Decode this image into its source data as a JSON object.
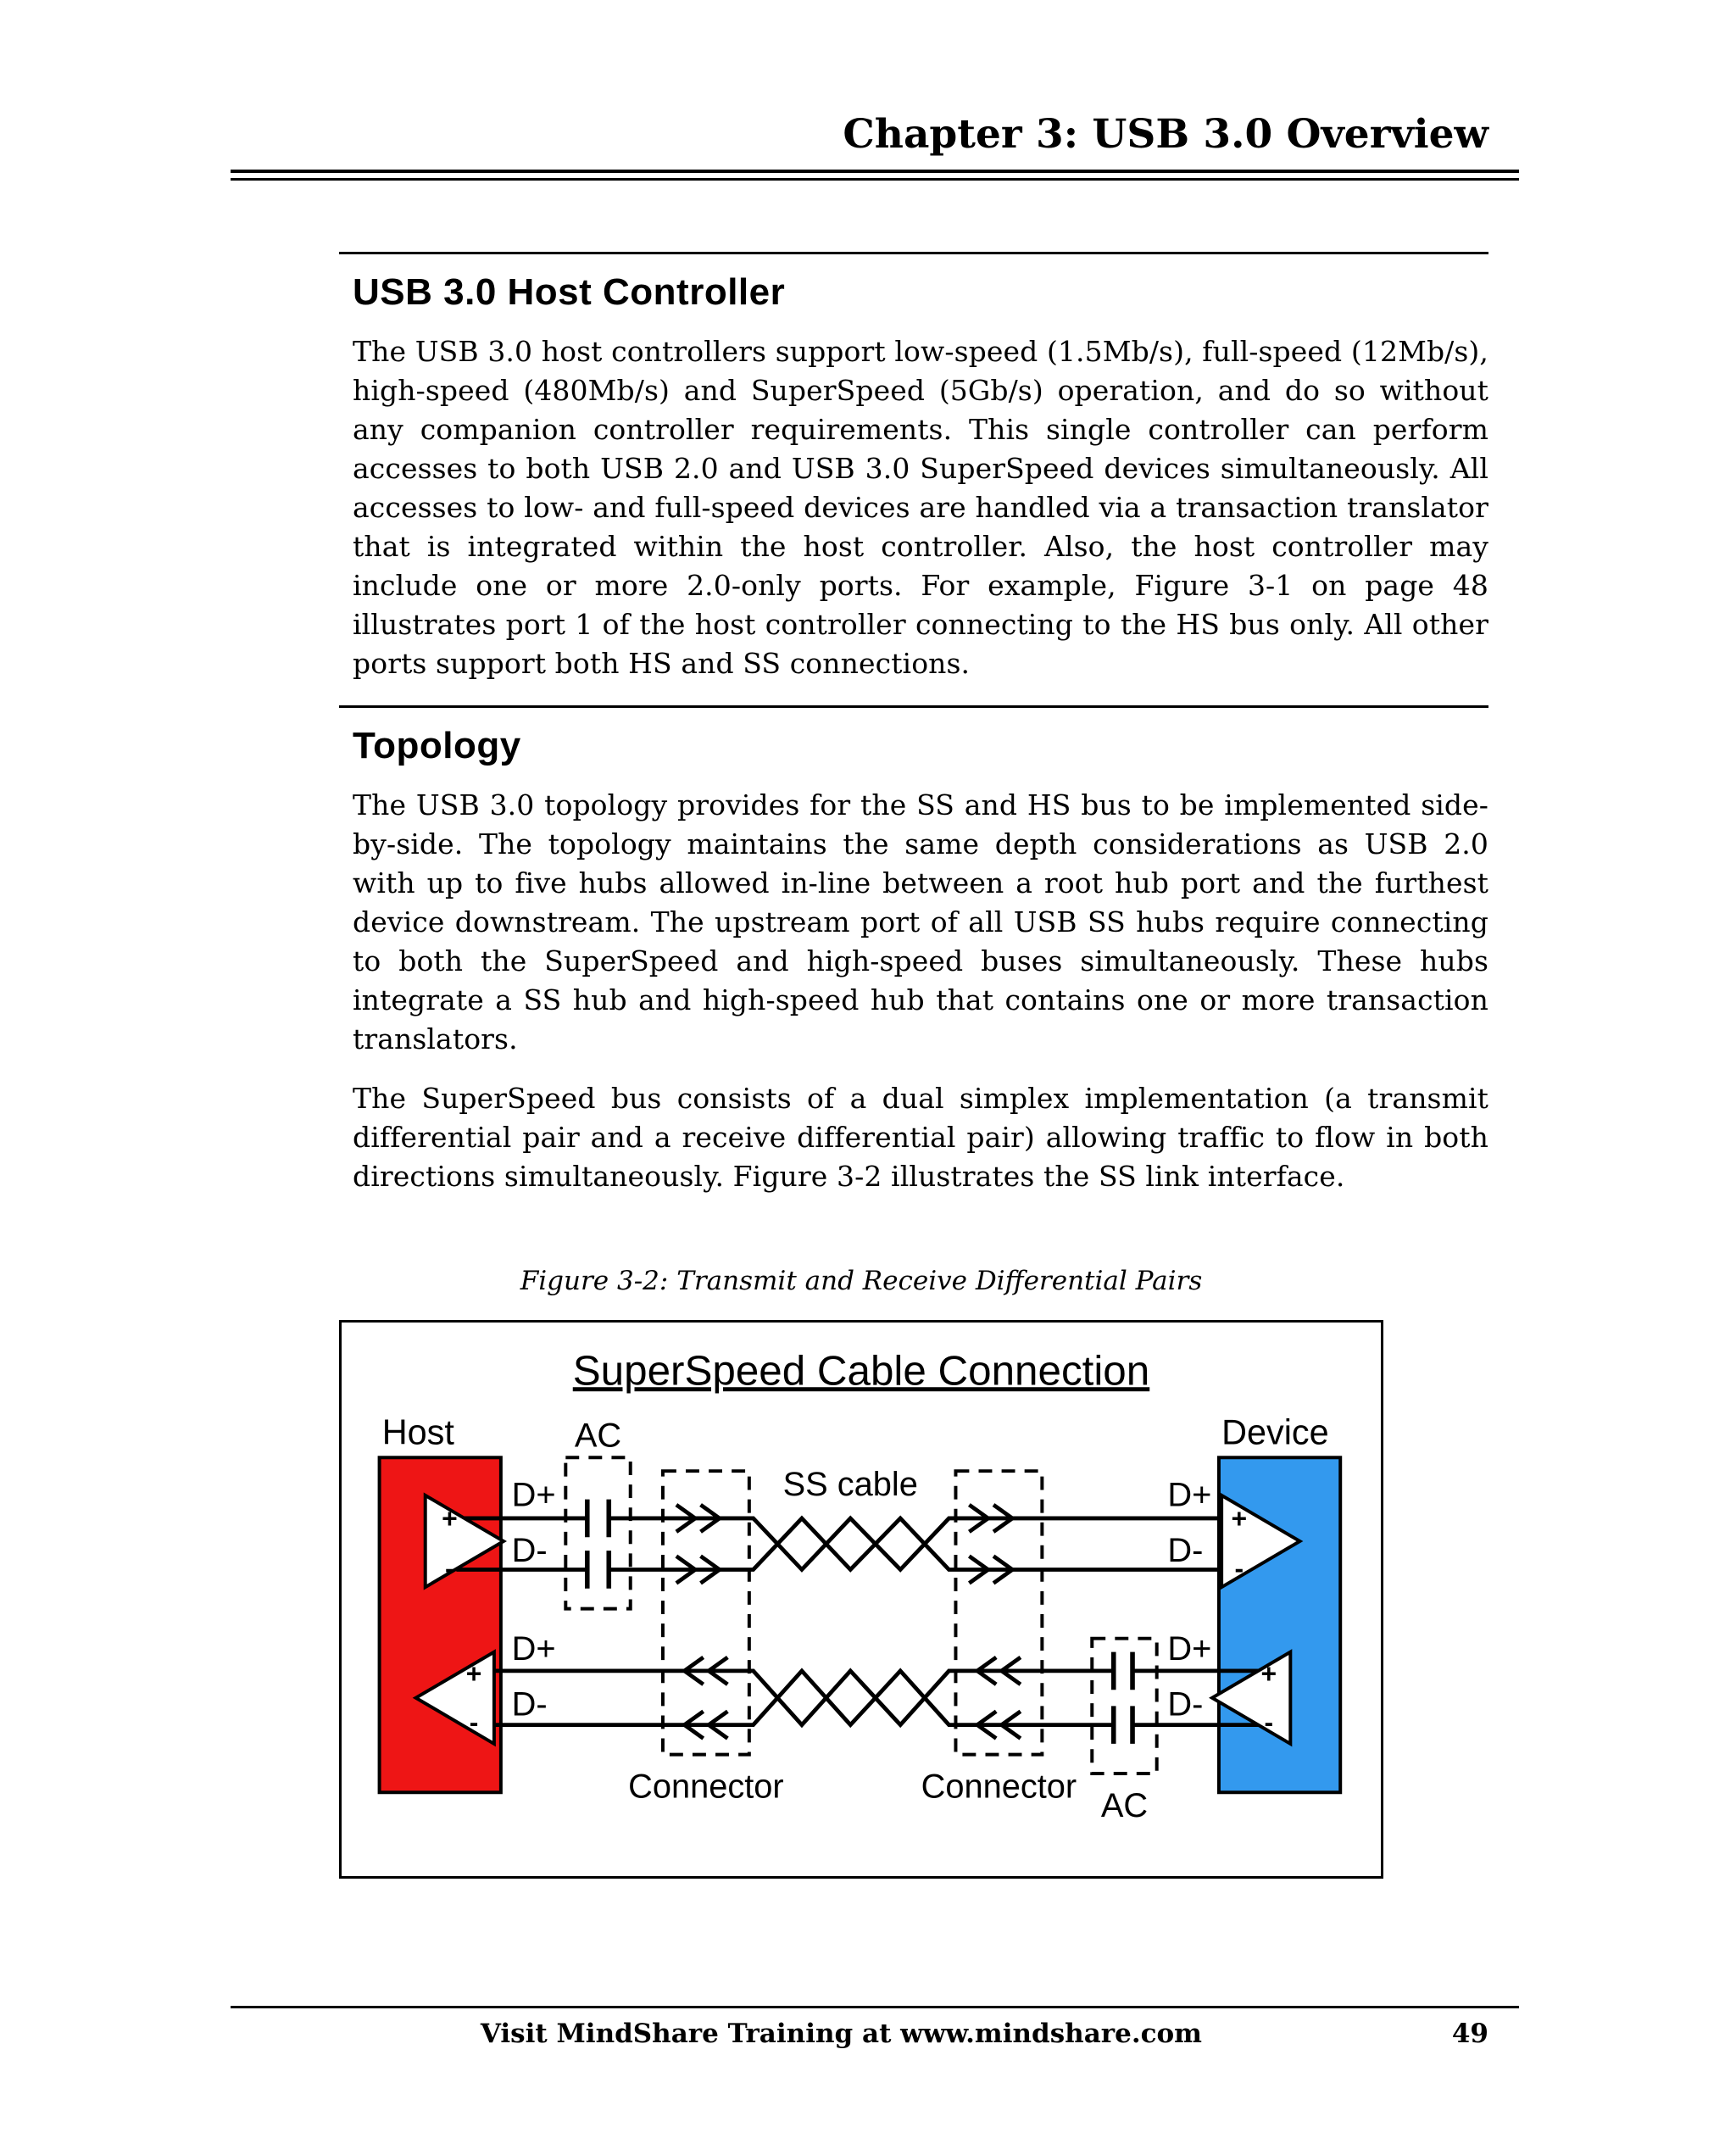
{
  "header": {
    "title": "Chapter 3: USB 3.0 Overview"
  },
  "sections": [
    {
      "heading": "USB 3.0 Host Controller",
      "paragraphs": [
        "The USB 3.0 host controllers support low-speed (1.5Mb/s), full-speed (12Mb/s), high-speed (480Mb/s) and SuperSpeed (5Gb/s) operation, and do so without any companion controller requirements. This single controller can perform accesses to both USB 2.0 and USB 3.0 SuperSpeed devices simultaneously. All accesses to low- and full-speed devices are handled via a transaction translator that is integrated within the host controller. Also, the host controller may include one or more 2.0-only ports. For example, Figure 3-1 on page 48 illustrates port 1 of the host controller connecting to the HS bus only. All other ports support both HS and SS connections."
      ]
    },
    {
      "heading": "Topology",
      "paragraphs": [
        "The USB 3.0 topology provides for the SS and HS bus to be implemented side-by-side. The topology maintains the same depth considerations as USB 2.0 with up to five hubs allowed in-line between a root hub port and the furthest device downstream. The upstream port of all USB SS hubs require connecting to both the SuperSpeed and high-speed buses simultaneously. These hubs integrate a SS hub and high-speed hub that contains one or more transaction translators.",
        "The SuperSpeed bus consists of a dual simplex implementation (a transmit differential pair and a receive differential pair) allowing traffic to flow in both directions simultaneously. Figure 3-2 illustrates the SS link interface."
      ]
    }
  ],
  "figure": {
    "caption": "Figure 3-2: Transmit and Receive Differential Pairs",
    "diagram": {
      "title": "SuperSpeed Cable Connection",
      "labels": {
        "host": "Host",
        "device": "Device",
        "ss_cable": "SS cable",
        "connector": "Connector",
        "ac": "AC",
        "d_plus": "D+",
        "d_minus": "D-",
        "plus": "+",
        "minus": "-"
      },
      "colors": {
        "host_fill": "#ee1515",
        "device_fill": "#3399ee"
      }
    }
  },
  "footer": {
    "text": "Visit MindShare Training at www.mindshare.com",
    "page_number": "49"
  }
}
